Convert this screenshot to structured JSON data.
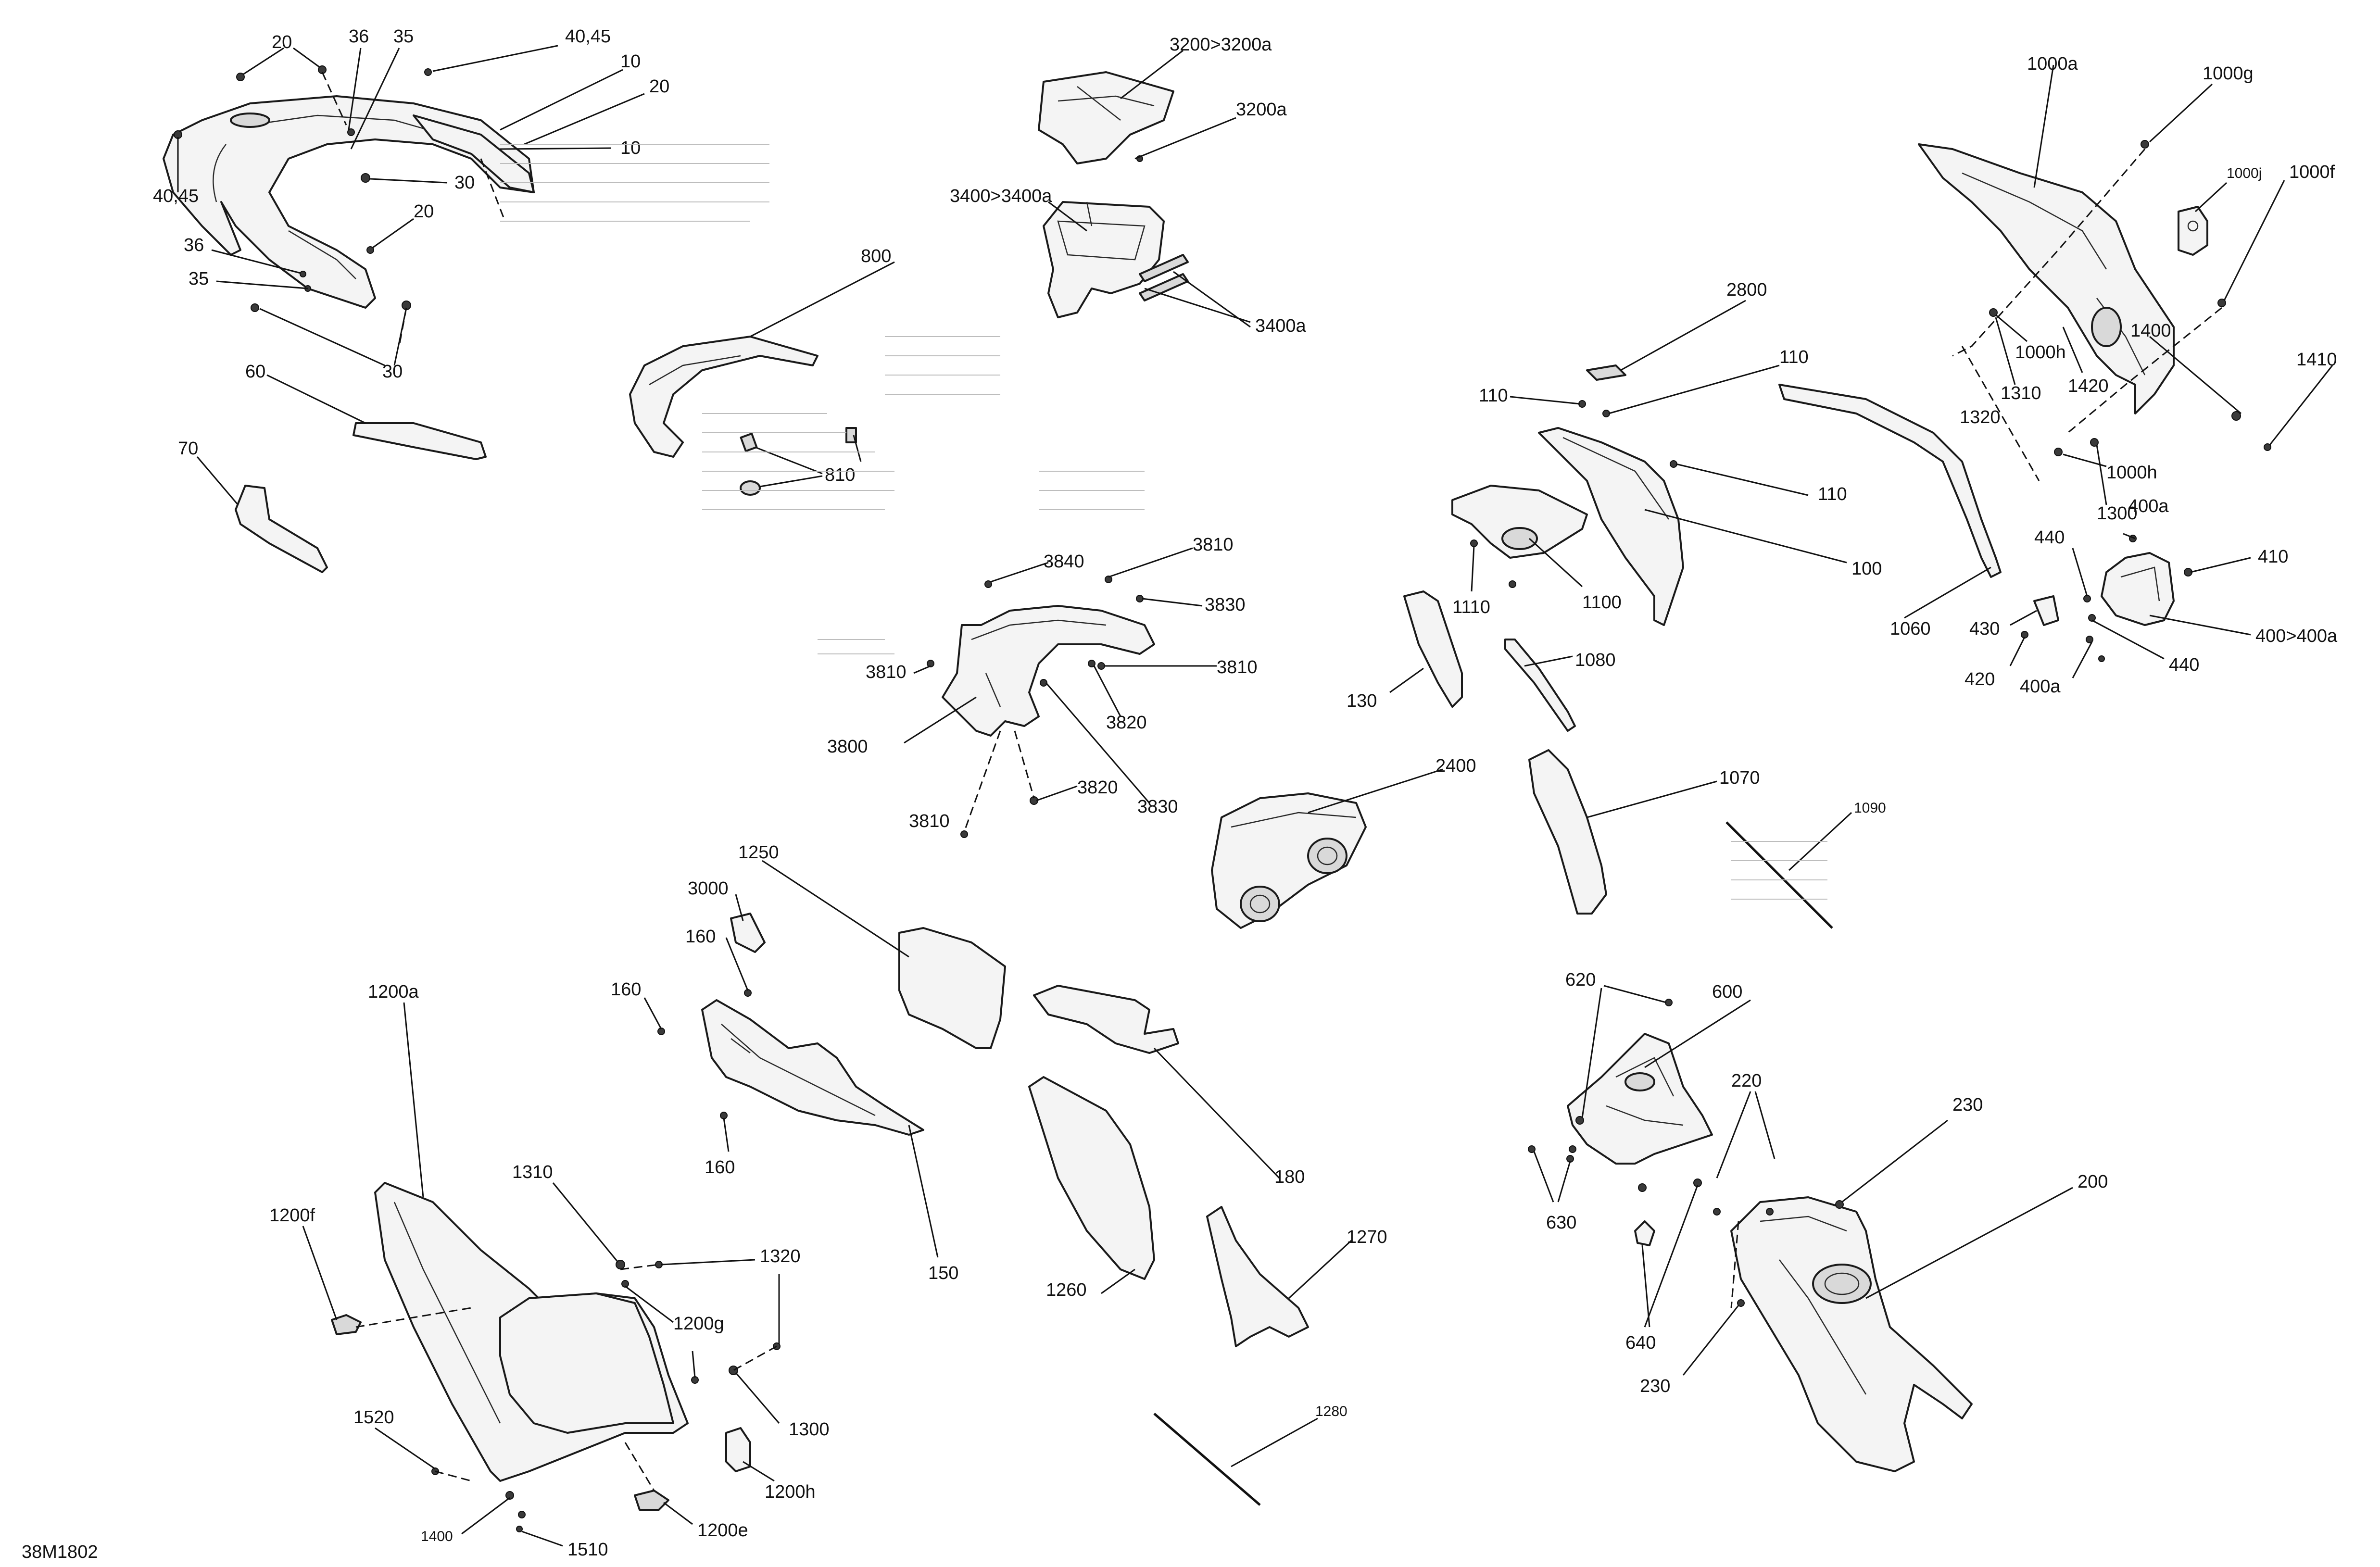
{
  "drawing_id": "38M1802",
  "callouts": {
    "c20a": "20",
    "c36a": "36",
    "c35a": "35",
    "c4045a": "40,45",
    "c10a": "10",
    "c20b": "20",
    "c10b": "10",
    "c4045b": "40,45",
    "c30a": "30",
    "c20c": "20",
    "c36b": "36",
    "c35b": "35",
    "c30b": "30",
    "c60": "60",
    "c70": "70",
    "c3200to3200a": "3200>3200a",
    "c3200a": "3200a",
    "c3400to3400a": "3400>3400a",
    "c3400a": "3400a",
    "c800": "800",
    "c810": "810",
    "c3840": "3840",
    "c3810a": "3810",
    "c3830a": "3830",
    "c3810b": "3810",
    "c3810c": "3810",
    "c3820a": "3820",
    "c3800": "3800",
    "c3820b": "3820",
    "c3830b": "3830",
    "c3810d": "3810",
    "c2800": "2800",
    "c110a": "110",
    "c110b": "110",
    "c110c": "110",
    "c1110": "1110",
    "c1100": "1100",
    "c100": "100",
    "c130": "130",
    "c1080": "1080",
    "c1060": "1060",
    "c2400": "2400",
    "c1070": "1070",
    "c1090": "1090",
    "c1000a": "1000a",
    "c1000g": "1000g",
    "c1000j": "1000j",
    "c1000f": "1000f",
    "c1000h_a": "1000h",
    "c1310a": "1310",
    "c1420": "1420",
    "c1400a": "1400",
    "c1410": "1410",
    "c1320a": "1320",
    "c1000h_b": "1000h",
    "c1300a": "1300",
    "c400a_a": "400a",
    "c440a": "440",
    "c410": "410",
    "c430": "430",
    "c400to400a": "400>400a",
    "c420": "420",
    "c400a_b": "400a",
    "c440b": "440",
    "c3000": "3000",
    "c1250": "1250",
    "c160a": "160",
    "c160b": "160",
    "c160c": "160",
    "c1200a": "1200a",
    "c150": "150",
    "c180": "180",
    "c1310b": "1310",
    "c1320b": "1320",
    "c1200f": "1200f",
    "c1200g": "1200g",
    "c1300b": "1300",
    "c1520": "1520",
    "c1200h": "1200h",
    "c1400b": "1400",
    "c1200e": "1200e",
    "c1510": "1510",
    "c1260": "1260",
    "c1270": "1270",
    "c1280": "1280",
    "c620": "620",
    "c600": "600",
    "c630": "630",
    "c220": "220",
    "c230a": "230",
    "c200": "200",
    "c640": "640",
    "c230b": "230"
  }
}
